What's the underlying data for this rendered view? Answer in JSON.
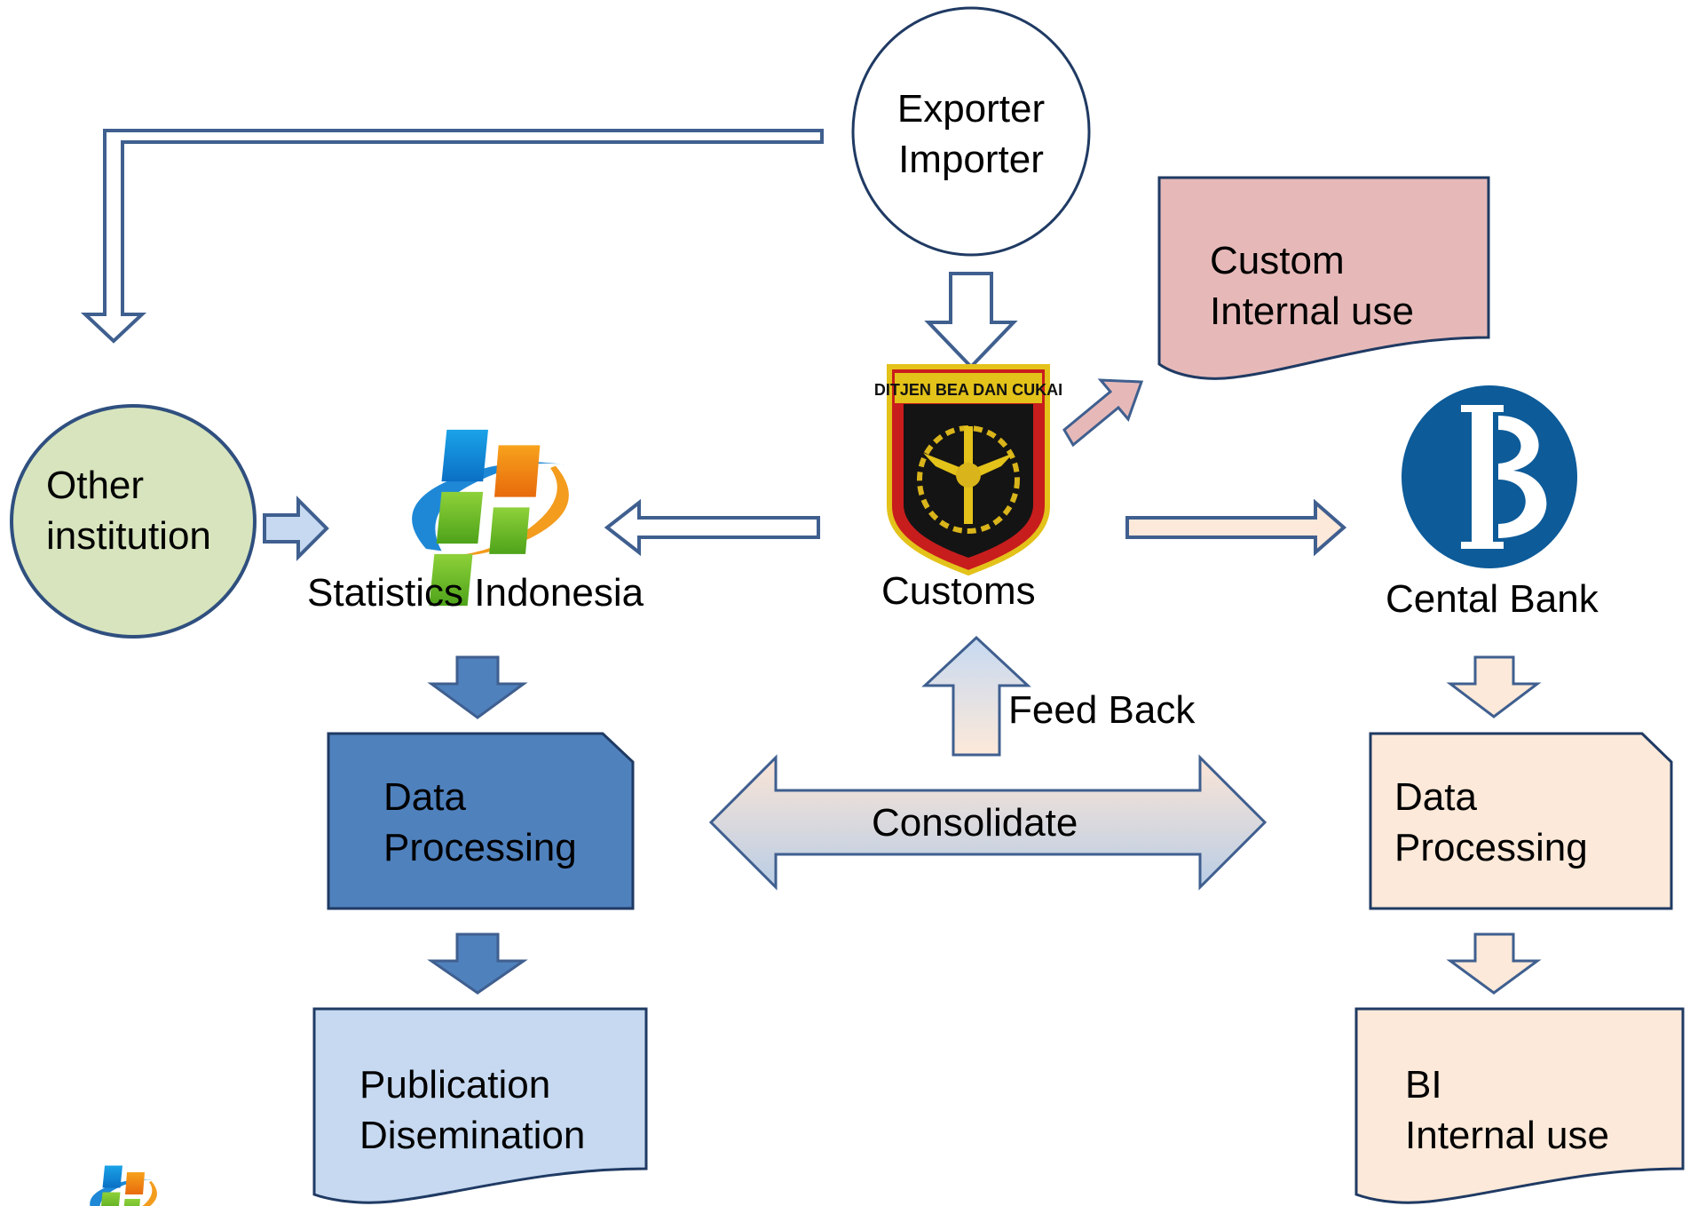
{
  "nodes": {
    "exporter": {
      "line1": "Exporter",
      "line2": "Importer"
    },
    "custom_internal": {
      "line1": "Custom",
      "line2": "Internal use"
    },
    "other_institution": {
      "line1": "Other",
      "line2": "institution"
    },
    "statistics": {
      "label": "Statistics Indonesia"
    },
    "customs": {
      "label": "Customs",
      "emblem_text": "DITJEN BEA DAN CUKAI"
    },
    "central_bank": {
      "label": "Cental Bank"
    },
    "bps_processing": {
      "line1": "Data",
      "line2": "Processing"
    },
    "bi_processing": {
      "line1": "Data",
      "line2": "Processing"
    },
    "publication": {
      "line1": "Publication",
      "line2": "Disemination"
    },
    "bi_internal": {
      "line1": "BI",
      "line2": "Internal use"
    }
  },
  "edges": {
    "feedback": {
      "label": "Feed Back"
    },
    "consolidate": {
      "label": "Consolidate"
    }
  },
  "colors": {
    "outline": "#3f5f8f",
    "bps_dark": "#4f81bd",
    "bps_light": "#c6d9f1",
    "bi_fill": "#fde9d9",
    "custom_fill": "#e6b9b8",
    "other_fill": "#d7e4bd",
    "bi_blue": "#0d5b99"
  },
  "icons": [
    "bps-logo-icon",
    "customs-emblem-icon",
    "bank-indonesia-logo-icon"
  ]
}
